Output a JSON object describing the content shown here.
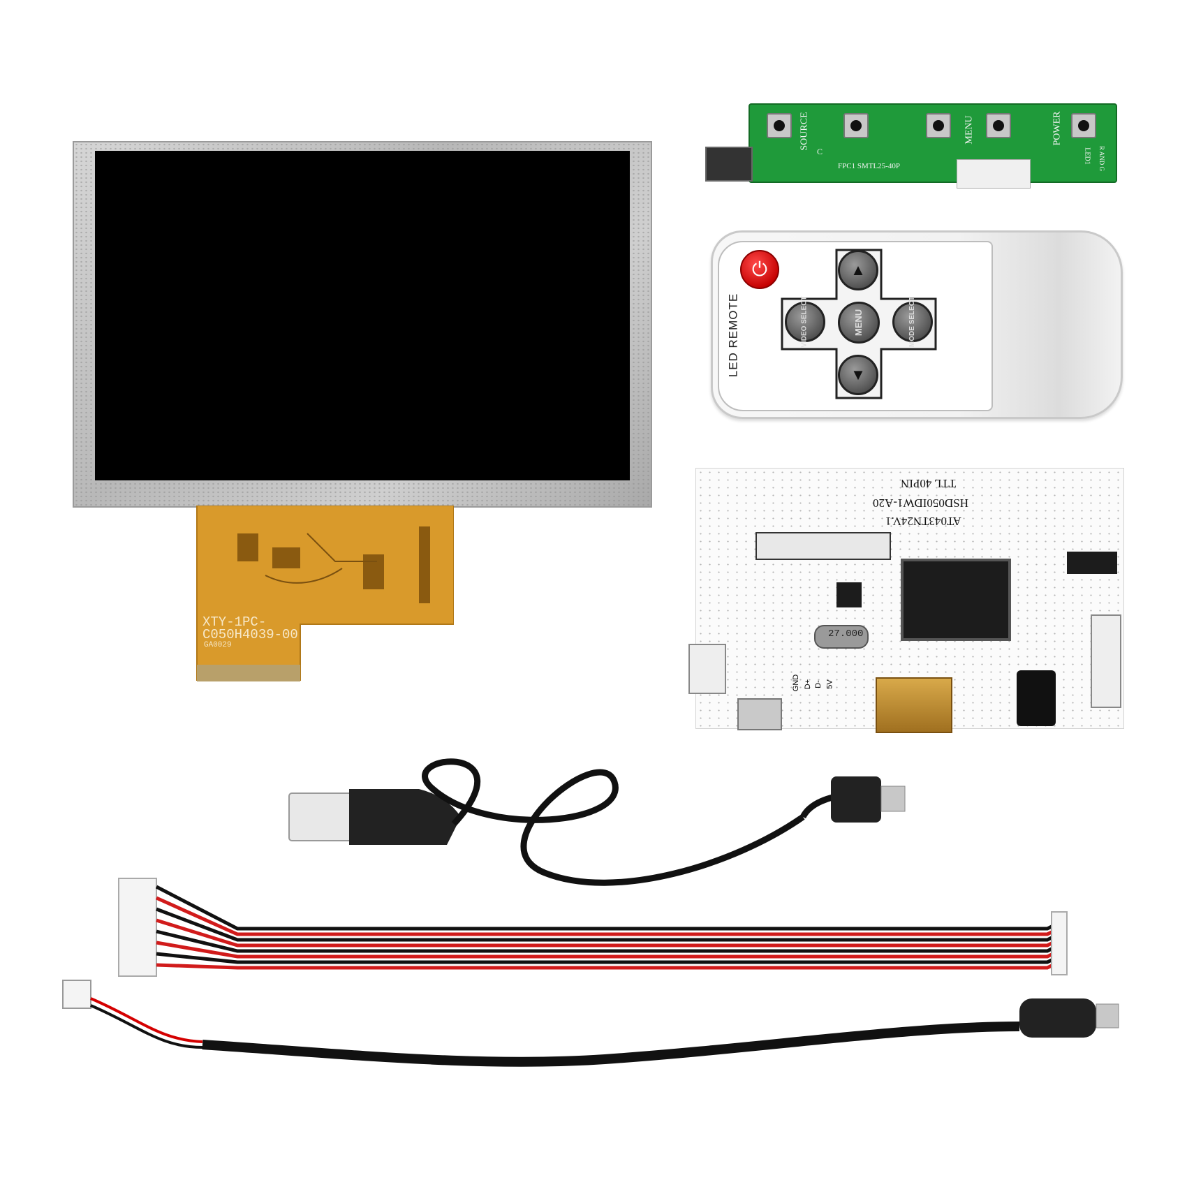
{
  "scene": {
    "description_items": [
      "lcd-panel",
      "key-board",
      "ir-remote",
      "controller-board",
      "usb-cable",
      "ribbon-cable",
      "power-cable"
    ]
  },
  "lcd": {
    "fpc_line1": "XTY-1PC-",
    "fpc_line2": "C050H4039-00",
    "fpc_code": "GA0029"
  },
  "keyboard": {
    "label_source": "SOURCE",
    "label_menu": "MENU",
    "label_power": "POWER",
    "label_led": "LED1",
    "label_fpc": "FPC1 SMTL25-40P",
    "label_rg": "R AND G",
    "label_c": "C"
  },
  "remote": {
    "side_label": "LED REMOTE",
    "btn_video": "VIDEO SELECT",
    "btn_menu": "MENU",
    "btn_mode": "MODE SELECT",
    "btn_up": "▲",
    "btn_down": "▼",
    "btn_power": "⏻"
  },
  "controller": {
    "label_ttl": "TTL 40PIN",
    "label_model": "HSD050IDW1-A20",
    "label_board": "AT043TN24V.1",
    "label_crystal": "27.000",
    "label_gnd": "GND",
    "label_dp": "D+",
    "label_dm": "D-",
    "label_5v": "5V"
  },
  "colors": {
    "pcb_green": "#1f9a3a",
    "fpc_amber": "#d99a2b",
    "wire_red": "#d11b1b",
    "wire_black": "#111111",
    "power_red": "#d40000"
  }
}
